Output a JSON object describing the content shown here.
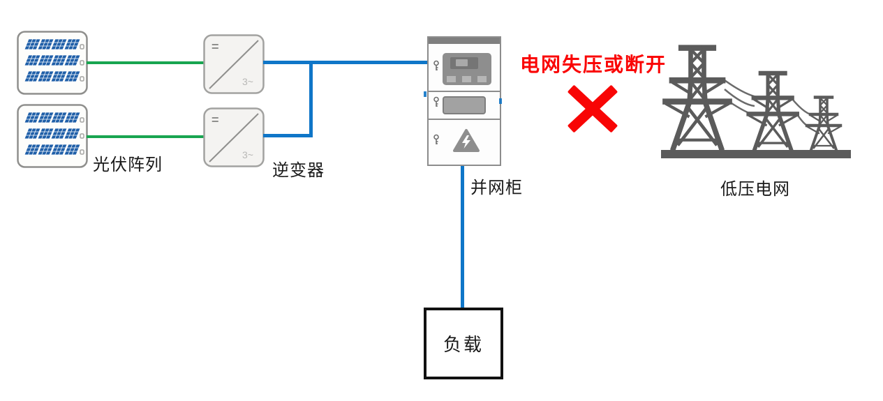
{
  "diagram": {
    "pv_array": {
      "label": "光伏阵列"
    },
    "inverter": {
      "label": "逆变器",
      "dc_symbol": "=",
      "ac_symbol": "3~"
    },
    "grid_cabinet": {
      "label": "并网柜"
    },
    "load": {
      "label": "负载"
    },
    "lv_grid": {
      "label": "低压电网"
    },
    "fault": {
      "text": "电网失压或断开"
    },
    "colors": {
      "dc_wire_green": "#18A550",
      "ac_wire_blue": "#0F76C8",
      "fault_red": "#F80505",
      "tower_gray": "#5B5B5B",
      "panel_blue": "#1F5FA8"
    }
  }
}
